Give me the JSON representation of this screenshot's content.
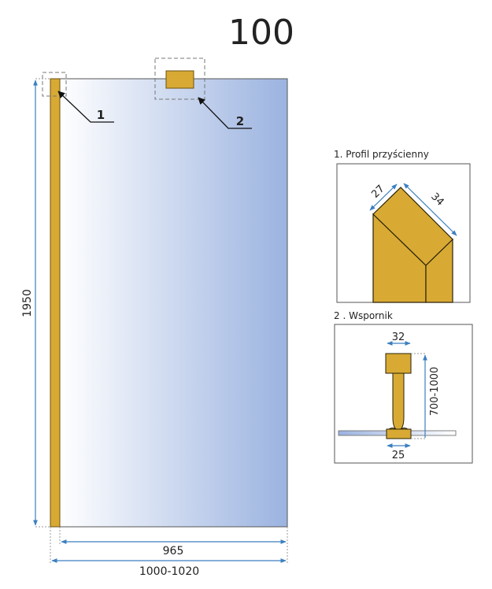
{
  "title": "100",
  "callouts": {
    "one": "1",
    "two": "2"
  },
  "dimensions": {
    "height": "1950",
    "glass_width": "965",
    "total_width": "1000-1020"
  },
  "detail1": {
    "label": "1.  Profil przyścienny",
    "dim_a": "27",
    "dim_b": "34"
  },
  "detail2": {
    "label": "2 . Wspornik",
    "dim_top": "32",
    "dim_bottom": "25",
    "dim_length": "700-1000"
  },
  "colors": {
    "gold": "#d8aa34",
    "glass_light": "#ffffff",
    "glass_dark": "#9bb3e0",
    "dimension": "#3a7fc0"
  }
}
